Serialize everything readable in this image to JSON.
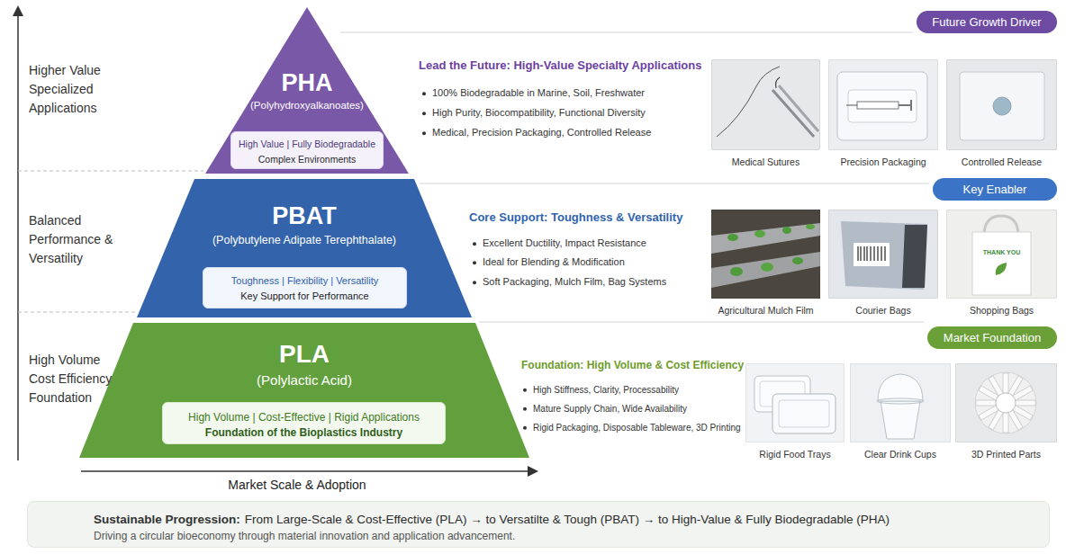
{
  "diagram": {
    "nodes": [
      {
        "text": [
          "PHA",
          "(Polyhydroxyalkanoates)"
        ]
      },
      {
        "text": [
          "High Value | Fully Biodegradable",
          "Complex Environments"
        ],
        "in": 0
      },
      {
        "text": [
          "PBAT",
          "(Polybutylene Adipate Terephthalate)"
        ]
      },
      {
        "text": [
          "Toughness | Flexibility | Versatility",
          "Key Support for Performance"
        ],
        "in": 2
      },
      {
        "text": [
          "PLA",
          "(Polylactic Acid)"
        ]
      },
      {
        "text": [
          "High Volume | Cost-Effective | Rigid Applications",
          "Foundation of the Bioplastics Industry"
        ],
        "in": 4
      },
      {
        "text": [
          "Future Growth Driver"
        ]
      },
      {
        "text": [
          "Medical Sutures"
        ]
      },
      {
        "text": [
          "Precision Packaging"
        ]
      },
      {
        "text": [
          "Controlled Release"
        ]
      },
      {
        "text": [
          "Key Enabler"
        ]
      },
      {
        "text": [
          "Agricultural Mulch Film"
        ]
      },
      {
        "text": [
          "Courier Bags"
        ]
      },
      {
        "text": [
          "Shopping Bags"
        ]
      },
      {
        "text": [
          "Market Foundation"
        ]
      },
      {
        "text": [
          "Rigid Food Trays"
        ]
      },
      {
        "text": [
          "Clear Drink Cups"
        ]
      },
      {
        "text": [
          "3D Printed Parts"
        ]
      },
      {
        "text": [
          "Sustainable Progression:",
          "From Large-Scale & Cost-Effective (PLA) → to Versatilte & Tough (PBAT) → to High-Value & Fully Biodegradable (PHA)",
          "Driving a circular bioeconomy through material innovation and application advancement."
        ]
      }
    ],
    "labels": [
      "Higher Value Specialized Applications",
      "Balanced Performance & Versatility",
      "High Volume Cost Efficiency Foundation",
      "Market Scale & Adoption",
      "Lead the Future: High-Value Specialty Applications",
      "100% Biodegradable in Marine, Soil, Freshwater",
      "High Purity, Biocompatibility, Functional Diversity",
      "Medical, Precision Packaging, Controlled Release",
      "Core Support: Toughness & Versatility",
      "Excellent Ductility, Impact Resistance",
      "Ideal for Blending & Modification",
      "Soft Packaging, Mulch Film, Bag Systems",
      "Foundation: High Volume & Cost Efficiency",
      "High Stiffness, Clarity, Processability",
      "Mature Supply Chain, Wide Availability",
      "Rigid Packaging, Disposable Tableware, 3D Printing",
      "THANK YOU"
    ]
  }
}
